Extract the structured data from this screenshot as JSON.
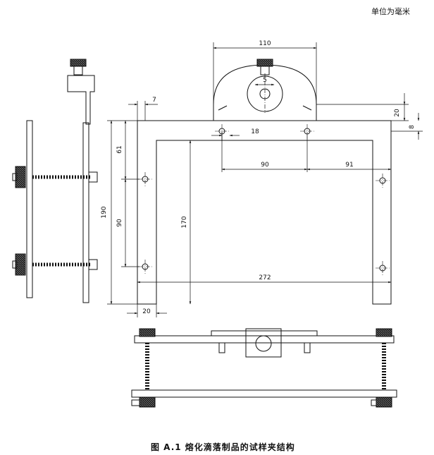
{
  "unit_note": "单位为毫米",
  "caption": "图 A.1    熔化滴落制品的试样夹结构",
  "dimensions": {
    "d110": "110",
    "d5": "5",
    "d7": "7",
    "d20_top": "20",
    "d8": "8",
    "d18": "18",
    "d61": "61",
    "d90_horiz": "90",
    "d91": "91",
    "d190": "190",
    "d90_vert": "90",
    "d170": "170",
    "d272": "272",
    "d20_bottom": "20"
  }
}
